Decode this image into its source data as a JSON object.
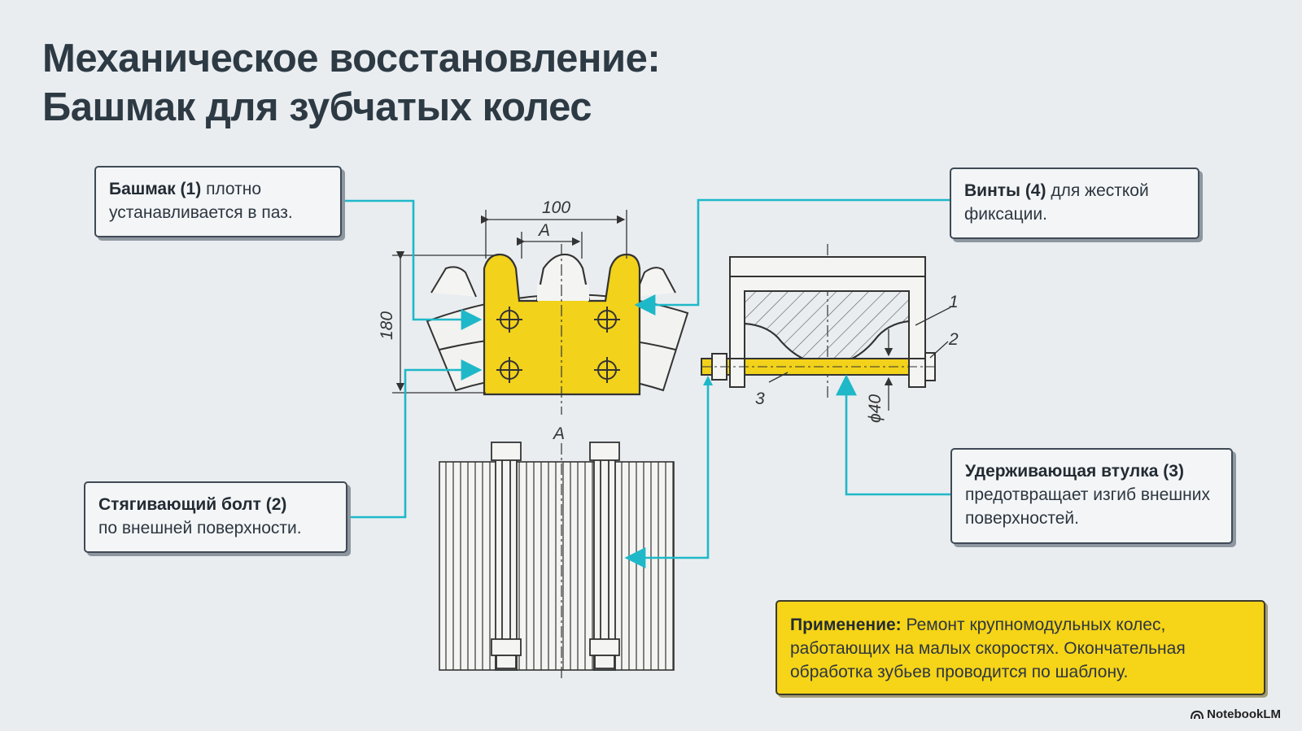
{
  "title": {
    "line1": "Механическое восстановление:",
    "line2": "Башмак для зубчатых колес"
  },
  "callouts": {
    "shoe": {
      "bold": "Башмак (1)",
      "text": " плотно устанавливается в паз."
    },
    "bolt": {
      "bold": "Стягивающий болт (2)",
      "text": " по внешней поверхности."
    },
    "screws": {
      "bold": "Винты (4)",
      "text": " для жесткой фиксации."
    },
    "sleeve": {
      "bold": "Удерживающая втулка (3)",
      "text": " предотвращает изгиб внешних поверхностей."
    },
    "application": {
      "bold": "Применение:",
      "text": " Ремонт крупномодульных колес, работающих на малых скоростях. Окончательная обработка зубьев проводится по шаблону."
    }
  },
  "drawing": {
    "dim_width": "100",
    "dim_height": "180",
    "section_label": "A",
    "diameter_label": "ϕ40",
    "part_labels": [
      "1",
      "2",
      "3"
    ]
  },
  "colors": {
    "accent_cyan": "#1fb8c8",
    "shoe_yellow": "#f2d21a",
    "line": "#3a3a3a"
  },
  "brand": {
    "icon": "notebooklm-icon",
    "name": "NotebookLM"
  }
}
